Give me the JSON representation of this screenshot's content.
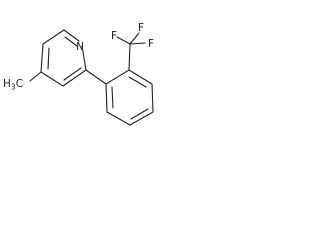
{
  "structure": {
    "atoms": {
      "nitrogen": "N",
      "methyl": "H3C",
      "f_top_left": "F",
      "f_top_right": "F",
      "f_right": "F"
    }
  },
  "colors": {
    "ink": "#222222",
    "background": "#ffffff"
  }
}
